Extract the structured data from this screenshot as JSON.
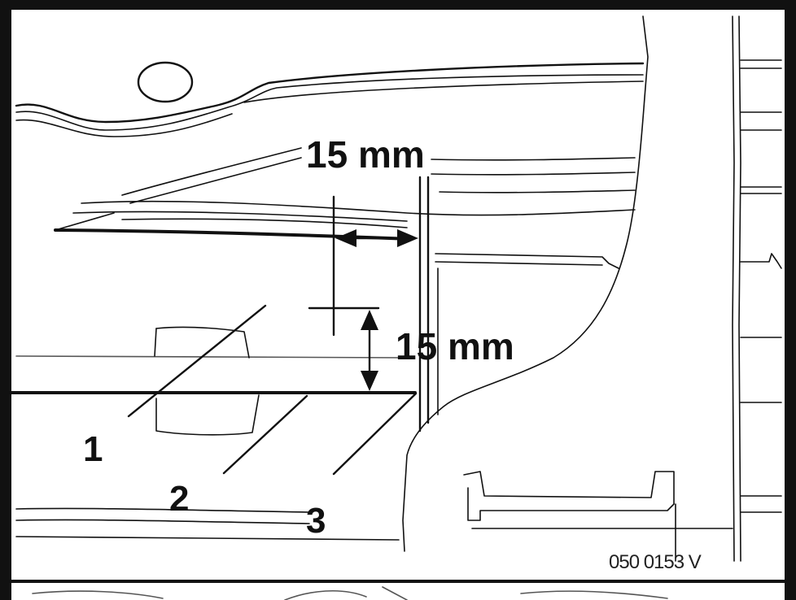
{
  "dimensions": {
    "horizontal": "15 mm",
    "vertical": "15 mm"
  },
  "callouts": {
    "item1": "1",
    "item2": "2",
    "item3": "3"
  },
  "reference_code": "050 0153 V"
}
